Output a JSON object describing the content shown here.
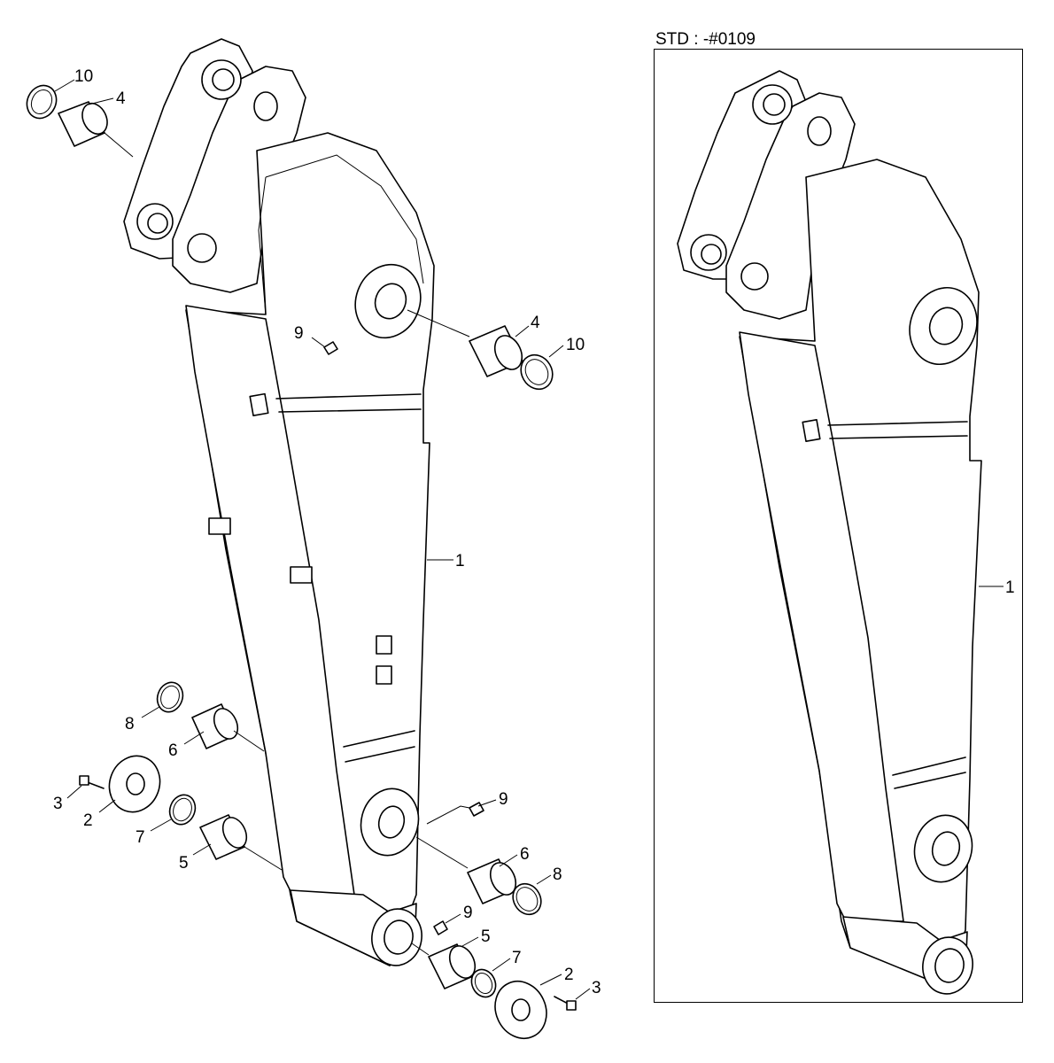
{
  "header": {
    "std_label": "STD : -#0109"
  },
  "callouts": {
    "main": {
      "p1": "1",
      "p2a": "2",
      "p2b": "2",
      "p3a": "3",
      "p3b": "3",
      "p4a": "4",
      "p4b": "4",
      "p5a": "5",
      "p5b": "5",
      "p6a": "6",
      "p6b": "6",
      "p7a": "7",
      "p7b": "7",
      "p8a": "8",
      "p8b": "8",
      "p9a": "9",
      "p9b": "9",
      "p9c": "9",
      "p10a": "10",
      "p10b": "10"
    },
    "inset": {
      "p1": "1"
    }
  }
}
